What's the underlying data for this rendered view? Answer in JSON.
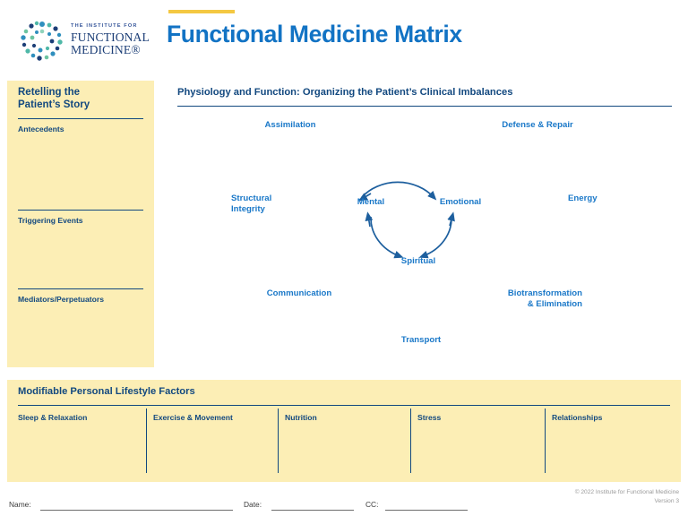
{
  "header": {
    "logo": {
      "tagline": "THE INSTITUTE FOR",
      "line1": "FUNCTIONAL",
      "line2": "MEDICINE®"
    },
    "title": "Functional Medicine Matrix",
    "accent_color": "#f4c842",
    "title_color": "#1273c4"
  },
  "story": {
    "heading": "Retelling the\nPatient’s Story",
    "items": [
      {
        "label": "Antecedents"
      },
      {
        "label": "Triggering Events"
      },
      {
        "label": "Mediators/Perpetuators"
      }
    ],
    "background": "#fceeb5",
    "text_color": "#12487f"
  },
  "matrix": {
    "heading": "Physiology and Function: Organizing the Patient’s Clinical Imbalances",
    "node_color": "#1a78c8",
    "nodes": [
      {
        "name": "assimilation",
        "label": "Assimilation"
      },
      {
        "name": "defense-repair",
        "label": "Defense & Repair"
      },
      {
        "name": "structural-integrity",
        "label": "Structural\nIntegrity"
      },
      {
        "name": "energy",
        "label": "Energy"
      },
      {
        "name": "communication",
        "label": "Communication"
      },
      {
        "name": "biotransformation-elimination",
        "label": "Biotransformation\n& Elimination"
      },
      {
        "name": "transport",
        "label": "Transport"
      }
    ],
    "core": [
      {
        "name": "mental",
        "label": "Mental"
      },
      {
        "name": "emotional",
        "label": "Emotional"
      },
      {
        "name": "spiritual",
        "label": "Spiritual"
      }
    ]
  },
  "lifestyle": {
    "heading": "Modifiable Personal Lifestyle Factors",
    "columns": [
      {
        "label": "Sleep & Relaxation"
      },
      {
        "label": "Exercise & Movement"
      },
      {
        "label": "Nutrition"
      },
      {
        "label": "Stress"
      },
      {
        "label": "Relationships"
      }
    ],
    "background": "#fceeb5"
  },
  "footer": {
    "name_label": "Name:",
    "date_label": "Date:",
    "cc_label": "CC:",
    "name_value": "",
    "date_value": "",
    "cc_value": "",
    "copyright": "© 2022 Institute for Functional Medicine\nVersion 3"
  }
}
